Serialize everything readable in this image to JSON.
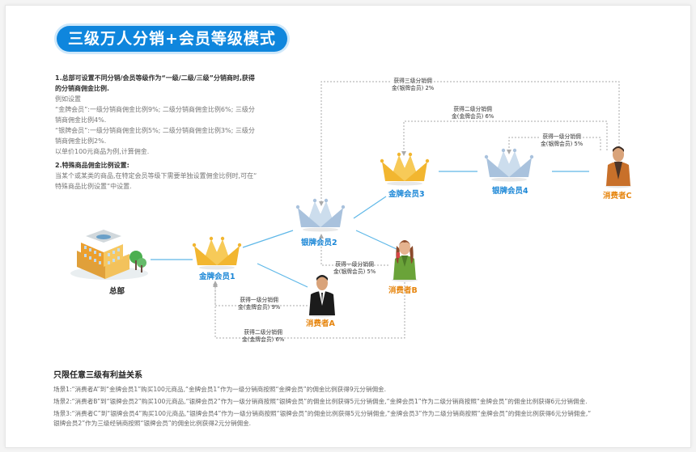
{
  "title": "三级万人分销+会员等级模式",
  "desc": {
    "p1_heading_line1": "1.总部可设置不同分销/会员等级作为“一级/二级/三级”分销商时,获得",
    "p1_heading_line2": "的分销商佣金比例.",
    "example_label": "例如设置",
    "gold_line1": "“金牌会员”:一级分销商佣金比例9%;  二级分销商佣金比例6%;  三级分",
    "gold_line2": "销商佣金比例4%.",
    "silver_line1": "“银牌会员”:一级分销商佣金比例5%;  二级分销商佣金比例3%;  三级分",
    "silver_line2": "销商佣金比例2%.",
    "calc_note": "以单价100元商品为例,计算佣金.",
    "p2_heading": "2.特殊商品佣金比例设置:",
    "p2_line1": "当某个或某类的商品,在特定会员等级下需要单独设置佣金比例时,可在“",
    "p2_line2": "特殊商品比例设置”中设置."
  },
  "nodes": {
    "hq": "总部",
    "gold1": "金牌会员1",
    "silver2": "银牌会员2",
    "gold3": "金牌会员3",
    "silver4": "银牌会员4",
    "consumer_a": "消费者A",
    "consumer_b": "消费者B",
    "consumer_c": "消费者C"
  },
  "annotations": {
    "a1_l1": "获得一级分销佣",
    "a1_l2": "金(金牌会员) 9%",
    "a2_l1": "获得二级分销佣",
    "a2_l2": "金(金牌会员) 6%",
    "b1_l1": "获得一级分销佣",
    "b1_l2": "金(银牌会员) 5%",
    "c3_l1": "获得三级分销佣",
    "c3_l2": "金(银牌会员) 2%",
    "c2_l1": "获得二级分销佣",
    "c2_l2": "金(金牌会员) 6%",
    "c1_l1": "获得一级分销佣",
    "c1_l2": "金(银牌会员) 5%"
  },
  "scenarios": {
    "heading": "只限任意三级有利益关系",
    "s1": "场景1:“消费者A”到“金牌会员1”购买100元商品,“金牌会员1”作为一级分销商按照“金牌会员”的佣金比例获得9元分销佣金.",
    "s2": "场景2:“消费者B”到“银牌会员2”购买100元商品,“银牌会员2”作为一级分销商按照“银牌会员”的佣金比例获得5元分销佣金,“金牌会员1”作为二级分销商按照“金牌会员”的佣金比例获得6元分销佣金.",
    "s3_line1": "场景3:“消费者C”到“银牌会员4”购买100元商品,“银牌会员4”作为一级分销商按照“银牌会员”的佣金比例获得5元分销佣金,“金牌会员3”作为二级分销商按照“金牌会员”的佣金比例获得6元分销佣金,“",
    "s3_line2": "银牌会员2”作为三级经销商按照“银牌会员”的佣金比例获得2元分销佣金."
  },
  "colors": {
    "title_bg": "#0f86dd",
    "gold": "#f2b630",
    "silver": "#a9c2dd",
    "link_blue": "#5fb8e8",
    "dotted": "#aaaaaa",
    "label_blue": "#1a86d6",
    "label_orange": "#e6850e"
  }
}
